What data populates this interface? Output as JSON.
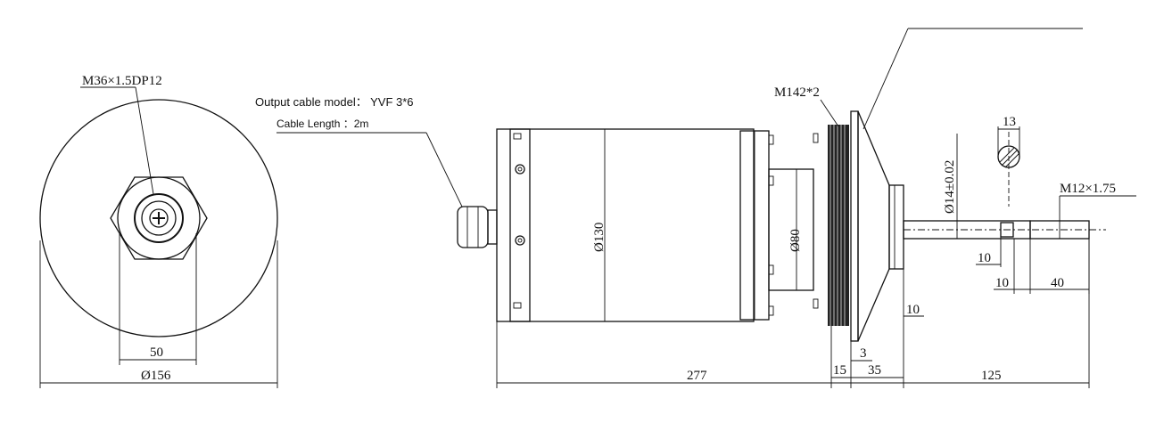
{
  "colors": {
    "ink": "#111111",
    "paper": "#ffffff"
  },
  "front_view": {
    "thread_label": "M36×1.5DP12",
    "dim_width": "50",
    "dim_diameter": "Ø156"
  },
  "side_view": {
    "cable_model_label": "Output cable model： YVF 3*6",
    "cable_length_label": "Cable Length ：2m",
    "dim_body_diameter": "Ø130",
    "dim_neck_diameter": "Ø80",
    "dim_flange_thread": "M142*2",
    "dim_shaft_diameter": "Ø14±0.02",
    "dim_shaft_section": "13",
    "dim_shaft_thread": "M12×1.75",
    "dim_key_10a": "10",
    "dim_key_10b": "10",
    "dim_shaft_end": "40",
    "dim_flange_10": "10",
    "dim_3": "3",
    "dim_15": "15",
    "dim_35": "35",
    "dim_277": "277",
    "dim_125": "125"
  }
}
